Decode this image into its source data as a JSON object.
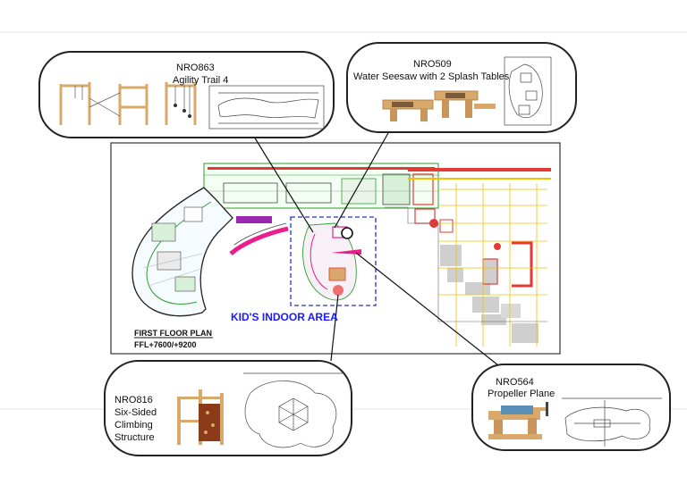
{
  "plan": {
    "area_label": "KID'S INDOOR AREA",
    "floor_title": "FIRST FLOOR PLAN",
    "floor_levels": "FFL+7600/+9200"
  },
  "callouts": {
    "nro863": {
      "code": "NRO863",
      "name": "Agility Trail 4"
    },
    "nro509": {
      "code": "NRO509",
      "name": "Water Seesaw with 2 Splash Tables"
    },
    "nro816": {
      "code": "NRO816",
      "line1": "Six-Sided",
      "line2": "Climbing",
      "line3": "Structure"
    },
    "nro564": {
      "code": "NRO564",
      "name": "Propeller Plane"
    }
  },
  "colors": {
    "area_label": "#1a1aff",
    "area_box": "#2233cc",
    "leader": "#111111",
    "wood": "#d9a96b",
    "rust": "#8b3a1a",
    "plan_red": "#e53935",
    "plan_magenta": "#e91e8c",
    "plan_green": "#2e9e2e"
  }
}
